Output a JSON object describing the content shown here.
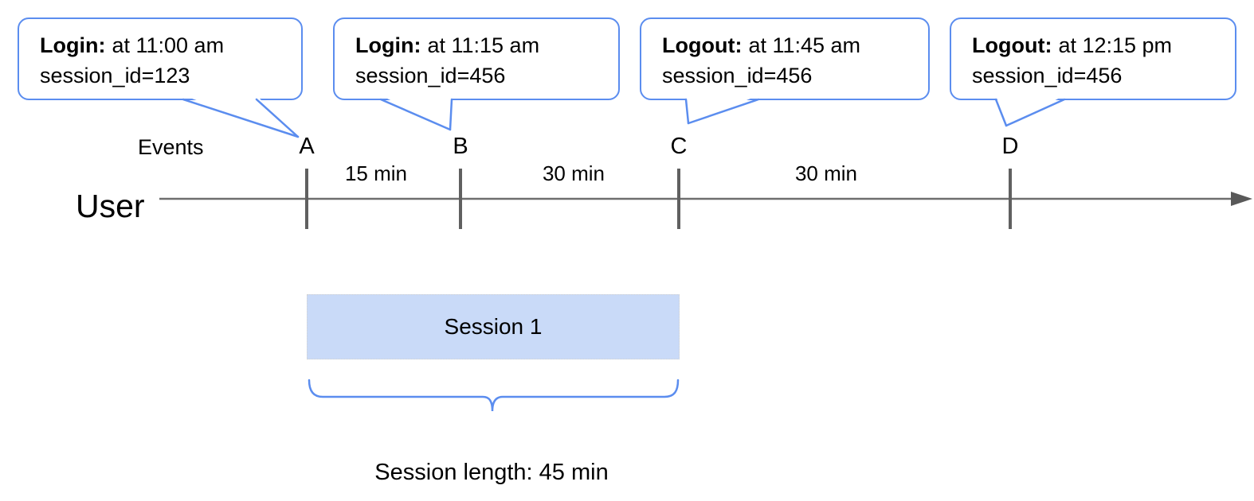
{
  "callouts": [
    {
      "event": "A",
      "label": "Login:",
      "time": "at 11:00 am",
      "session": "session_id=123"
    },
    {
      "event": "B",
      "label": "Login:",
      "time": "at 11:15 am",
      "session": "session_id=456"
    },
    {
      "event": "C",
      "label": "Logout:",
      "time": "at 11:45 am",
      "session": "session_id=456"
    },
    {
      "event": "D",
      "label": "Logout:",
      "time": "at 12:15 pm",
      "session": "session_id=456"
    }
  ],
  "timeline": {
    "events_label": "Events",
    "user_label": "User",
    "markers": [
      "A",
      "B",
      "C",
      "D"
    ],
    "intervals": [
      "15 min",
      "30 min",
      "30 min"
    ]
  },
  "session": {
    "box_label": "Session 1",
    "length_label": "Session length: 45 min"
  },
  "colors": {
    "callout_blue": "#5b8def",
    "session_fill": "#c9daf8",
    "timeline_gray": "#6e6e6e",
    "tick_gray": "#606060"
  }
}
